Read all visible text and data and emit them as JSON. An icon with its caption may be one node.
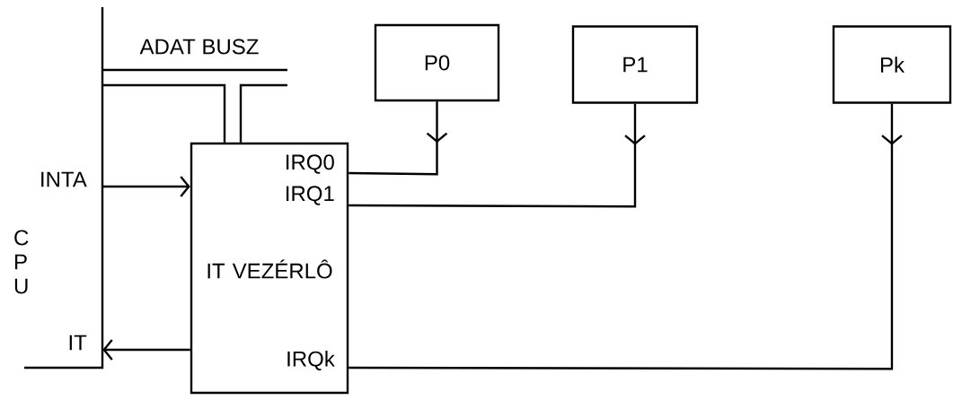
{
  "diagram": {
    "nodes": [
      {
        "text": [
          "IRQ0",
          "IRQ1",
          "IT VEZÉRLÔ",
          "IRQk"
        ]
      },
      {
        "text": [
          "P0"
        ]
      },
      {
        "text": [
          "P1"
        ]
      },
      {
        "text": [
          "Pk"
        ]
      },
      {
        "text": [
          "C P U"
        ]
      }
    ],
    "edges": [
      {
        "from": 4,
        "to": 0,
        "arrow": "none",
        "label": "ADAT BUSZ"
      },
      {
        "from": 4,
        "to": 0,
        "arrow": "to",
        "label": "INTA"
      },
      {
        "from": 0,
        "to": 4,
        "arrow": "to",
        "label": "IT"
      },
      {
        "from": 1,
        "to": 0,
        "arrow": "to"
      },
      {
        "from": 2,
        "to": 0,
        "arrow": "to"
      },
      {
        "from": 3,
        "to": 0,
        "arrow": "to"
      }
    ]
  }
}
